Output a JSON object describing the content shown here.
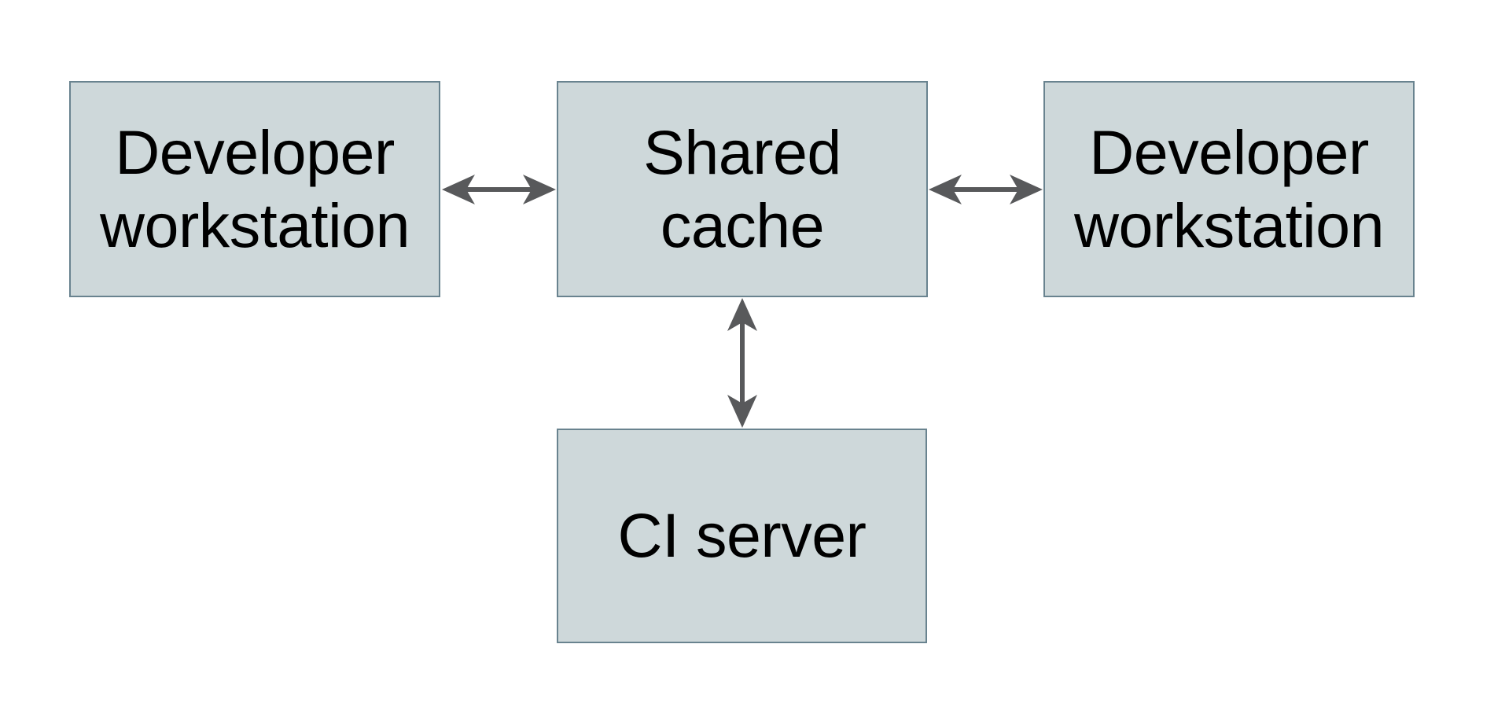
{
  "diagram": {
    "colors": {
      "background": "#ffffff",
      "node_fill": "#ced8da",
      "node_border": "#69838f",
      "arrow_color": "#58595b",
      "text_color": "#000000"
    },
    "nodes": [
      {
        "id": "developer-workstation-left",
        "label": "Developer workstation"
      },
      {
        "id": "shared-cache",
        "label": "Shared cache"
      },
      {
        "id": "developer-workstation-right",
        "label": "Developer workstation"
      },
      {
        "id": "ci-server",
        "label": "CI server"
      }
    ],
    "edges": [
      {
        "from": "developer-workstation-left",
        "to": "shared-cache",
        "direction": "bidirectional",
        "orientation": "horizontal"
      },
      {
        "from": "shared-cache",
        "to": "developer-workstation-right",
        "direction": "bidirectional",
        "orientation": "horizontal"
      },
      {
        "from": "shared-cache",
        "to": "ci-server",
        "direction": "bidirectional",
        "orientation": "vertical"
      }
    ]
  }
}
